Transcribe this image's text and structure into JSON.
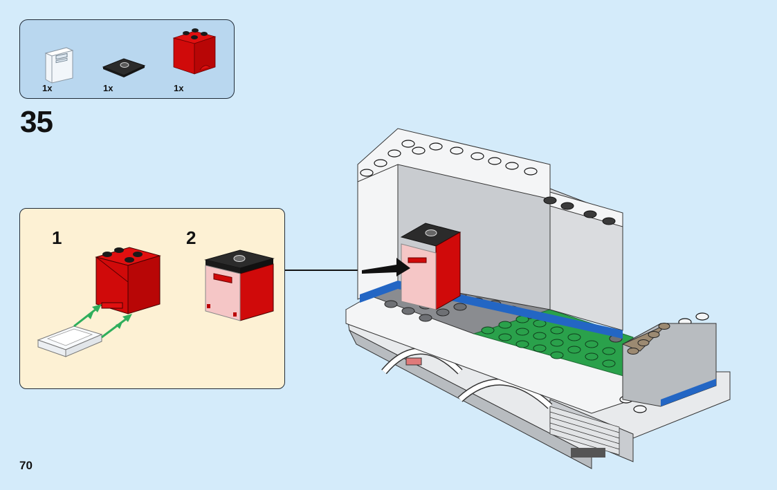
{
  "parts_list": {
    "items": [
      {
        "name": "transparent clear cupboard door 2x2",
        "color": "#eef3f8",
        "qty": "1x"
      },
      {
        "name": "black tile 2x2 with center stud",
        "color": "#2b2b2b",
        "qty": "1x"
      },
      {
        "name": "red container cupboard 2x2x2",
        "color": "#e00b0b",
        "qty": "1x"
      }
    ]
  },
  "step": {
    "number": "35"
  },
  "callout": {
    "substeps": [
      {
        "number": "1",
        "description": "attach transparent door to red cupboard"
      },
      {
        "number": "2",
        "description": "cupboard with door and black top plate"
      }
    ],
    "arrow_color": "#2fae5c"
  },
  "model": {
    "description": "camper van interior with cupboard placed at corner",
    "colors": {
      "white": "#f4f5f6",
      "light_gray": "#c9ccd0",
      "dark_gray": "#6e7074",
      "green": "#2aa14b",
      "blue": "#2366c4",
      "tan": "#9c8a72",
      "red": "#e00b0b",
      "black": "#2b2b2b"
    }
  },
  "page": {
    "number": "70"
  }
}
